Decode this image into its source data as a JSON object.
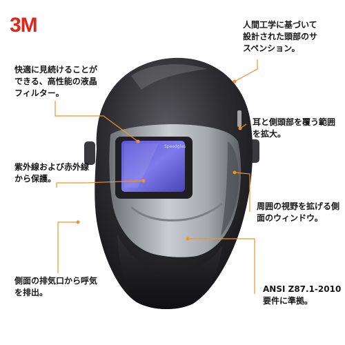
{
  "brand": {
    "logo_text": "3M",
    "color": "#e1251b"
  },
  "helmet": {
    "visor_text": "Speedglas"
  },
  "callouts": [
    {
      "id": "filter",
      "text": "快適に見続けることができる、高性能の液晶フィルター。"
    },
    {
      "id": "suspension",
      "text": "人間工学に基づいて設計された頭部のサスペンション。"
    },
    {
      "id": "ear-cover",
      "text": "耳と側頭部を覆う範囲を拡大。"
    },
    {
      "id": "uv",
      "text": "紫外線および赤外線から保護。"
    },
    {
      "id": "side-window",
      "text": "周囲の視野を拡げる側面のウィンドウ。"
    },
    {
      "id": "exhaust",
      "text": "側面の排気口から呼気を排出。"
    },
    {
      "id": "ansi",
      "text": "ANSI Z87.1-2010 要件に準拠。"
    }
  ],
  "colors": {
    "leader_line": "#f0922b",
    "helmet_shell": "#2a2a2e",
    "faceplate": "#9a9ea3",
    "lens": "#6a64d8"
  }
}
